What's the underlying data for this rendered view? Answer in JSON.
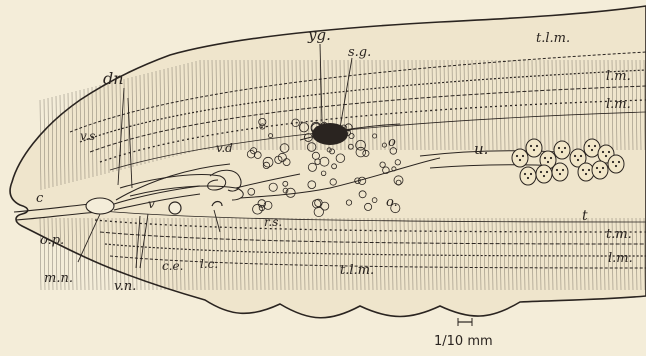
{
  "figure": {
    "background": "#f4edd9",
    "ink": "#2a2420",
    "labels": {
      "yg": "yg.",
      "sg": "s.g.",
      "dn": "dn",
      "vs": "v.s",
      "vd": "v.d",
      "o_upper": "o",
      "u": "u.",
      "tlm_top": "t.l.m.",
      "lm_1": "l.m.",
      "lm_2": "l.m.",
      "c": "c",
      "op": "o.p.",
      "v": "v",
      "rs": "r.s.",
      "o_lower": "o.",
      "t": "t",
      "tm": "t.m.",
      "lm_3": "l.m.",
      "tlm_bottom": "t.l.m.",
      "ce": "c.e.",
      "lc": "l.c.",
      "mn": "m.n.",
      "vn": "v.n."
    },
    "scale_bar": "1/10 mm"
  }
}
